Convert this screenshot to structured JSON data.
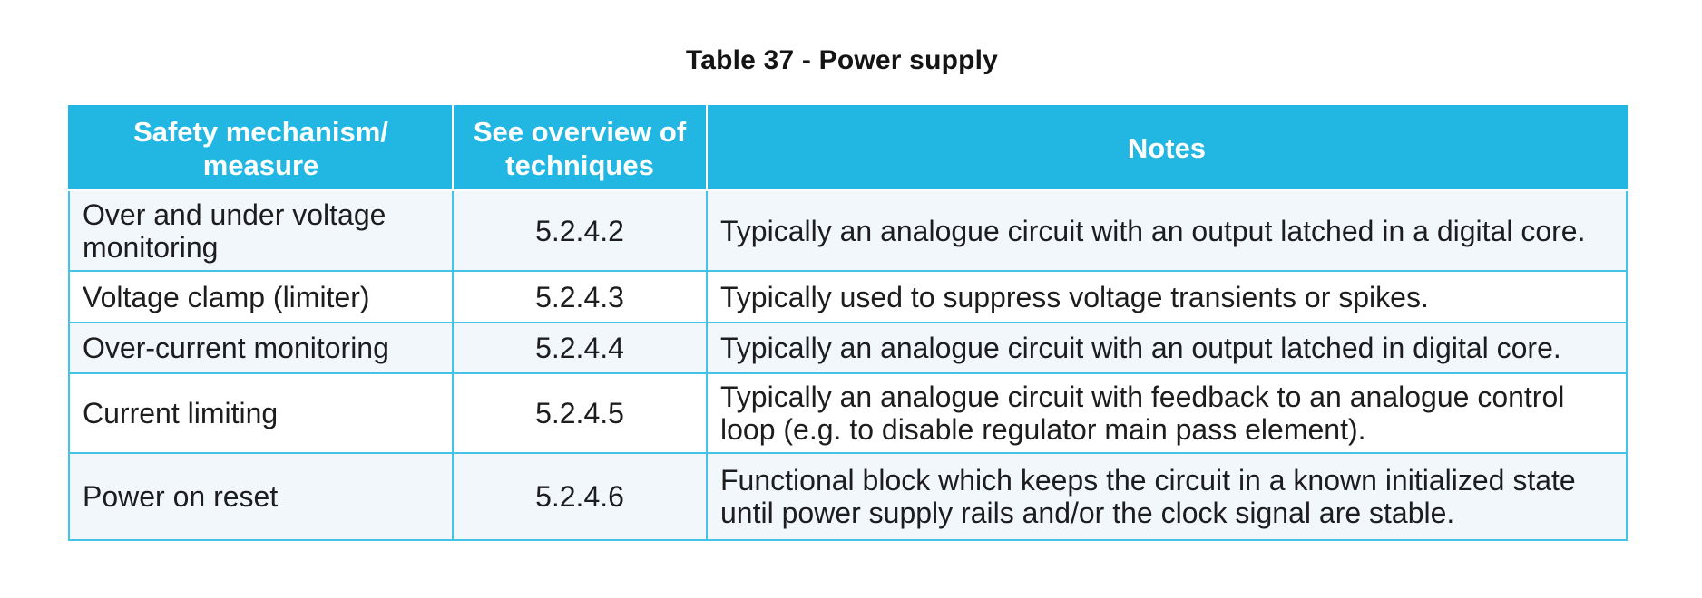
{
  "page": {
    "title": "Table 37 - Power supply"
  },
  "table": {
    "headers": [
      {
        "id": "mechanism",
        "label": "Safety mechanism/\nmeasure"
      },
      {
        "id": "ref",
        "label": "See overview of\ntechniques"
      },
      {
        "id": "notes",
        "label": "Notes"
      }
    ],
    "rows": [
      {
        "mechanism": "Over and under voltage monitoring",
        "ref": "5.2.4.2",
        "note": "Typically an analogue circuit with an output latched in a digital core."
      },
      {
        "mechanism": "Voltage clamp (limiter)",
        "ref": "5.2.4.3",
        "note": "Typically used to suppress voltage transients or spikes."
      },
      {
        "mechanism": "Over-current monitoring",
        "ref": "5.2.4.4",
        "note": "Typically an analogue circuit with an output latched in digital core."
      },
      {
        "mechanism": "Current limiting",
        "ref": "5.2.4.5",
        "note": "Typically an analogue circuit with feedback to an analogue control loop (e.g. to disable regulator main pass element)."
      },
      {
        "mechanism": "Power on reset",
        "ref": "5.2.4.6",
        "note": "Functional block which keeps the circuit in a known initialized state until power supply rails and/or the clock signal are stable."
      }
    ]
  },
  "colors": {
    "accent": "#22b7e2",
    "border": "#44c3e6",
    "row_alt": "#f1f7fb",
    "header_text": "#ffffff",
    "body_text": "#1d1d1f"
  }
}
